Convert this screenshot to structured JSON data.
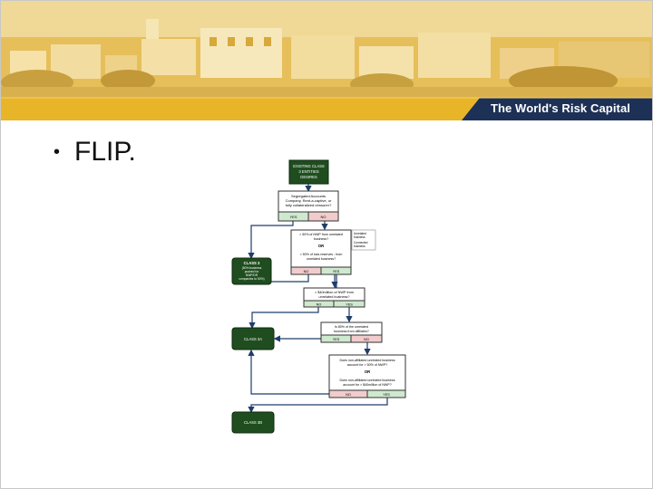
{
  "tagline": "The World's Risk Capital",
  "bullet": {
    "text": "FLIP."
  },
  "colors": {
    "banner_gold": "#e8b428",
    "banner_dark": "#1d3156",
    "flow_green": "#1f4d1f",
    "yes_fill": "#cfe9cf",
    "no_fill": "#f2cccc"
  },
  "flowchart": {
    "start": [
      "EXISTING CLASS",
      "3 ENTITIES",
      "DESIRES"
    ],
    "q1": {
      "lines": [
        "Segregated Accounts",
        "Company, Rent-a-captive, or",
        "fully collateralized reinsurer?"
      ],
      "yes": "YES",
      "no": "NO"
    },
    "q2": {
      "lines": [
        "> 50% of NWP from unrelated",
        "business?",
        "OR",
        "> 50% of loss reserves - from",
        "unrelated business?"
      ],
      "side": [
        "Unrelated",
        "business",
        "Connected",
        "business"
      ],
      "no": "NO",
      "yes": "YES"
    },
    "class3": [
      "CLASS 3",
      "(50% business",
      "pushed for",
      "NWP/DR",
      "companies to 50%)"
    ],
    "q3": {
      "lines": [
        "> $40million of NWP from",
        "unrelated business?"
      ],
      "no": "NO",
      "yes": "YES"
    },
    "class3a": "CLASS 3A",
    "q4": {
      "lines": [
        "Is 80% of the unrelated",
        "business from affiliates?"
      ],
      "yes": "YES",
      "no": "NO"
    },
    "q5": {
      "lines": [
        "Does non-affiliated unrelated business",
        "account for > 50% of NWP?",
        "OR",
        "Does non-affiliated unrelated business",
        "account for > $40million of NWP?"
      ],
      "no": "NO",
      "yes": "YES"
    },
    "class3b": "CLASS 3B"
  }
}
